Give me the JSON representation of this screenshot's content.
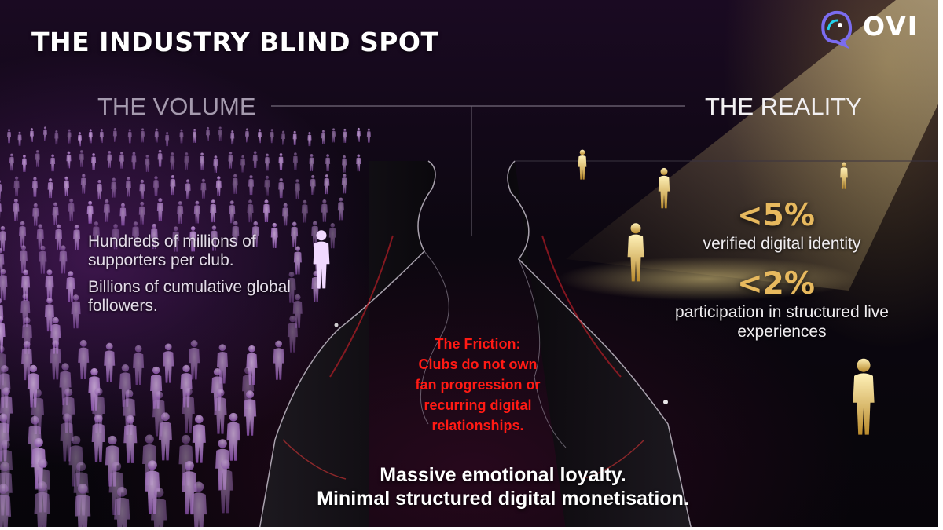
{
  "slide": {
    "title": "THE INDUSTRY BLIND SPOT",
    "logo": {
      "text": "OVI",
      "icon": "ovi-ghost-logo-icon"
    },
    "colors": {
      "gold": "#e7b95e",
      "purple": "#c792e0",
      "friction_red": "#ff1a14"
    }
  },
  "volume": {
    "heading": "THE VOLUME",
    "line1": "Hundreds of millions of supporters per club.",
    "line2": "Billions of cumulative global followers."
  },
  "reality": {
    "heading": "THE REALITY",
    "stats": [
      {
        "value": "<5%",
        "label": "verified digital identity"
      },
      {
        "value": "<2%",
        "label": "participation in structured live experiences"
      }
    ]
  },
  "friction": {
    "lines": [
      "The Friction:",
      "Clubs do not own",
      "fan progression or",
      "recurring digital",
      "relationships."
    ]
  },
  "conclusion": {
    "lines": [
      "Massive emotional loyalty.",
      "Minimal structured digital monetisation."
    ]
  }
}
